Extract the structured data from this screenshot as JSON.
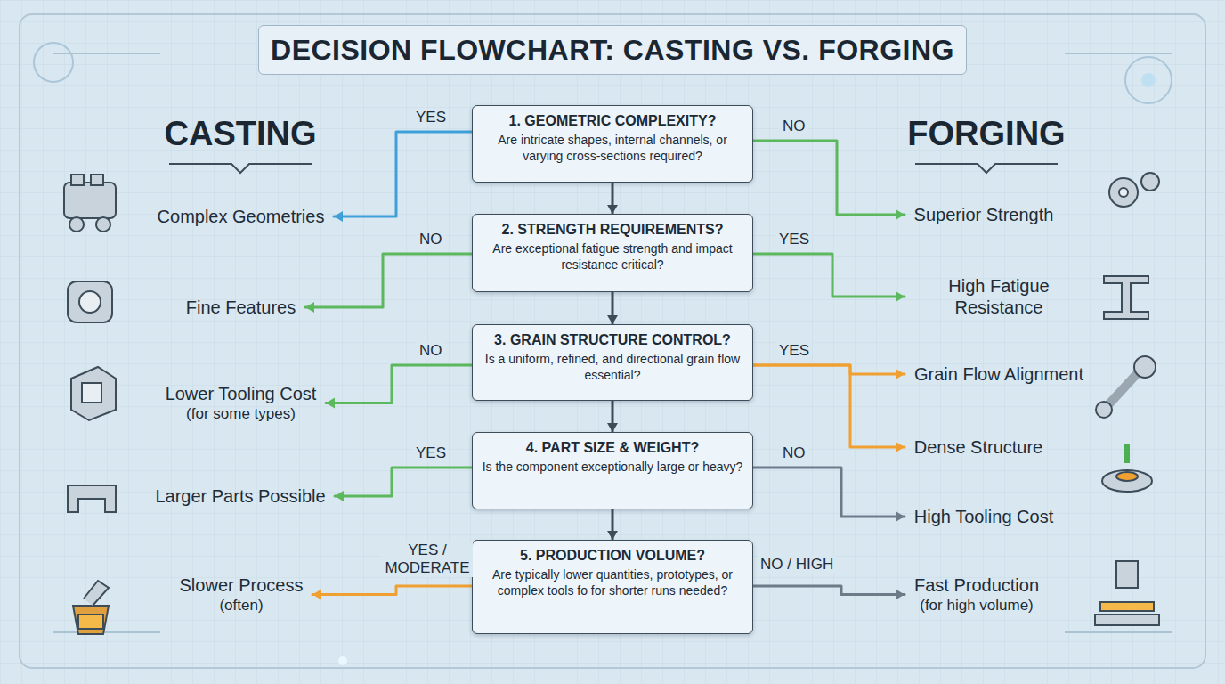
{
  "diagram": {
    "title": "DECISION FLOWCHART: CASTING VS. FORGING",
    "nodes": [
      {
        "text": [
          "1. GEOMETRIC COMPLEXITY?",
          "Are intricate shapes, internal channels, or varying cross-sections required?"
        ]
      },
      {
        "text": [
          "2. STRENGTH REQUIREMENTS?",
          "Are exceptional fatigue strength and impact resistance critical?"
        ]
      },
      {
        "text": [
          "3. GRAIN STRUCTURE CONTROL?",
          "Is a uniform, refined, and directional grain flow essential?"
        ]
      },
      {
        "text": [
          "4. PART SIZE & WEIGHT?",
          "Is the component exceptionally large or heavy?"
        ]
      },
      {
        "text": [
          "5. PRODUCTION VOLUME?",
          "Are typically lower quantities, prototypes, or complex tools fo for shorter runs needed?"
        ]
      },
      {
        "text": [
          "Complex Geometries"
        ]
      },
      {
        "text": [
          "Fine Features"
        ]
      },
      {
        "text": [
          "Lower Tooling Cost",
          "(for some types)"
        ]
      },
      {
        "text": [
          "Larger Parts Possible"
        ]
      },
      {
        "text": [
          "Slower Process",
          "(often)"
        ]
      },
      {
        "text": [
          "Superior Strength"
        ]
      },
      {
        "text": [
          "High Fatigue Resistance"
        ]
      },
      {
        "text": [
          "Grain Flow Alignment"
        ]
      },
      {
        "text": [
          "Dense Structure"
        ]
      },
      {
        "text": [
          "High Tooling Cost"
        ]
      },
      {
        "text": [
          "Fast Production",
          "(for high volume)"
        ]
      }
    ],
    "edges": [
      {
        "from": 0,
        "to": 5,
        "label": "YES",
        "arrow": "to"
      },
      {
        "from": 0,
        "to": 10,
        "label": "NO",
        "arrow": "to"
      },
      {
        "from": 0,
        "to": 1,
        "arrow": "to"
      },
      {
        "from": 1,
        "to": 2,
        "arrow": "to"
      },
      {
        "from": 2,
        "to": 3,
        "arrow": "to"
      },
      {
        "from": 3,
        "to": 4,
        "arrow": "to"
      },
      {
        "from": 1,
        "to": 11,
        "label": "YES",
        "arrow": "to"
      },
      {
        "from": 1,
        "to": 6,
        "label": "NO",
        "arrow": "to"
      },
      {
        "from": 2,
        "to": 12,
        "label": "YES",
        "arrow": "to"
      },
      {
        "from": 2,
        "to": 13,
        "arrow": "to"
      },
      {
        "from": 2,
        "to": 7,
        "label": "NO",
        "arrow": "to"
      },
      {
        "from": 3,
        "to": 8,
        "label": "YES",
        "arrow": "to"
      },
      {
        "from": 3,
        "to": 14,
        "label": "NO",
        "arrow": "to"
      },
      {
        "from": 4,
        "to": 9,
        "label": "YES / MODERATE",
        "arrow": "to"
      },
      {
        "from": 4,
        "to": 15,
        "label": "NO / HIGH",
        "arrow": "to"
      }
    ],
    "labels": [
      "CASTING",
      "FORGING"
    ]
  }
}
